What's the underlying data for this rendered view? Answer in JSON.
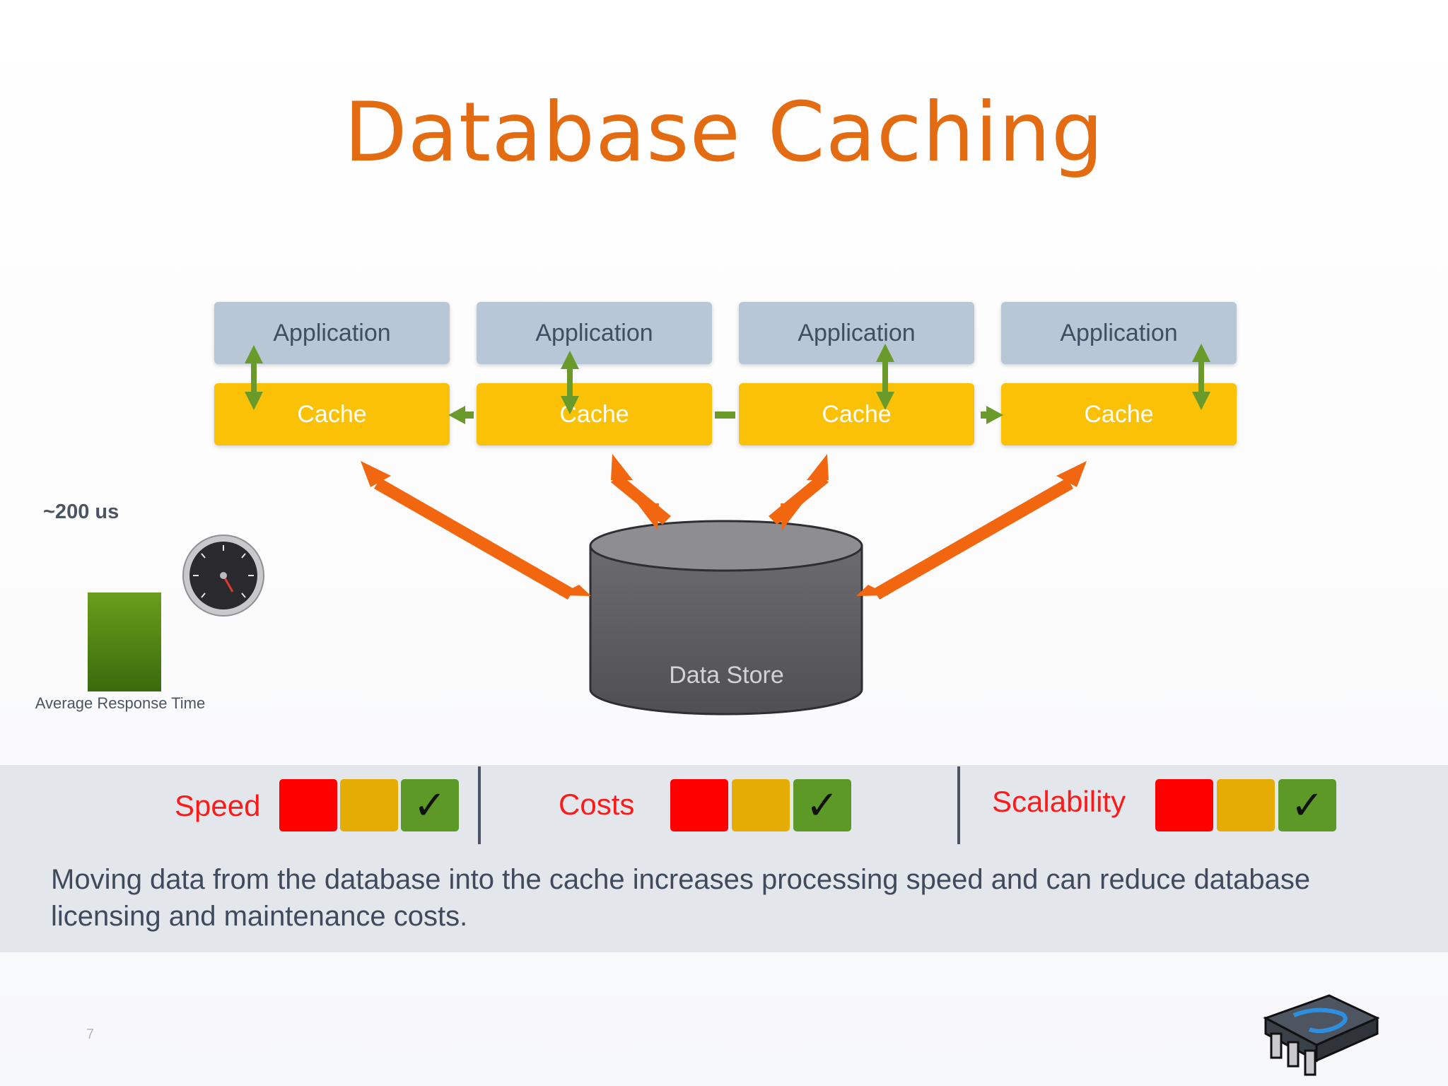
{
  "title": "Database Caching",
  "apps": [
    {
      "app_label": "Application",
      "cache_label": "Cache"
    },
    {
      "app_label": "Application",
      "cache_label": "Cache"
    },
    {
      "app_label": "Application",
      "cache_label": "Cache"
    },
    {
      "app_label": "Application",
      "cache_label": "Cache"
    }
  ],
  "data_store_label": "Data Store",
  "metric": {
    "value_label": "~200 us",
    "bar_label": "Average Response Time"
  },
  "ratings": [
    {
      "label": "Speed",
      "selected": "green"
    },
    {
      "label": "Costs",
      "selected": "green"
    },
    {
      "label": "Scalability",
      "selected": "green"
    }
  ],
  "check_glyph": "✓",
  "caption": "Moving data from the database into the cache increases processing speed and can reduce database licensing and maintenance costs.",
  "page_number": "7",
  "colors": {
    "title": "#e36c12",
    "application": "#b7c7d6",
    "cache": "#fbc107",
    "arrow_green": "#6a9a2a",
    "arrow_orange": "#f26610",
    "data_store": "#5a5a5e",
    "rating_red": "#ff0000",
    "rating_amber": "#e5ac05",
    "rating_green": "#5d9927"
  },
  "icons": [
    "speedometer-icon",
    "chip-logo-icon",
    "checkmark-icon"
  ]
}
